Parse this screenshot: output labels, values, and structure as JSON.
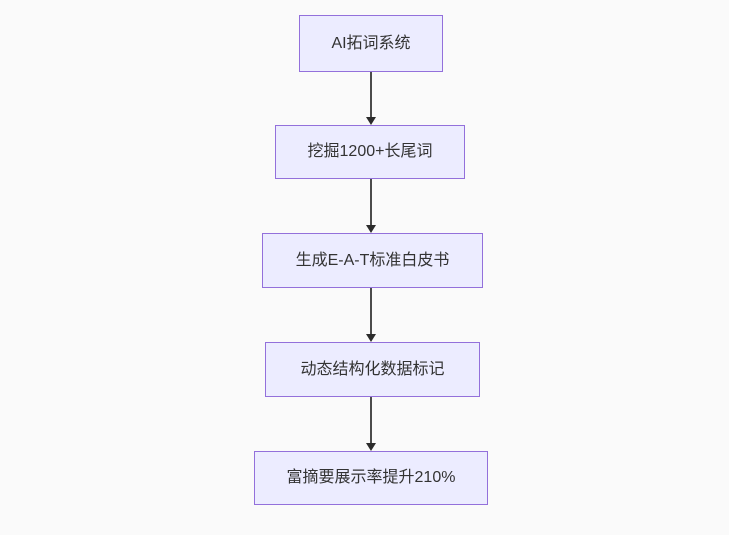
{
  "diagram": {
    "type": "flowchart-top-down",
    "background_color": "#fafafa",
    "node_fill_color": "#ECECFF",
    "node_border_color": "#9370DB",
    "node_text_color": "#333333",
    "arrow_color": "#4b4b4b",
    "nodes": [
      {
        "label": "AI拓词系统"
      },
      {
        "label": "挖掘1200+长尾词"
      },
      {
        "label": "生成E-A-T标准白皮书"
      },
      {
        "label": "动态结构化数据标记"
      },
      {
        "label": "富摘要展示率提升210%"
      }
    ],
    "edges": [
      {
        "from": 0,
        "to": 1
      },
      {
        "from": 1,
        "to": 2
      },
      {
        "from": 2,
        "to": 3
      },
      {
        "from": 3,
        "to": 4
      }
    ]
  }
}
